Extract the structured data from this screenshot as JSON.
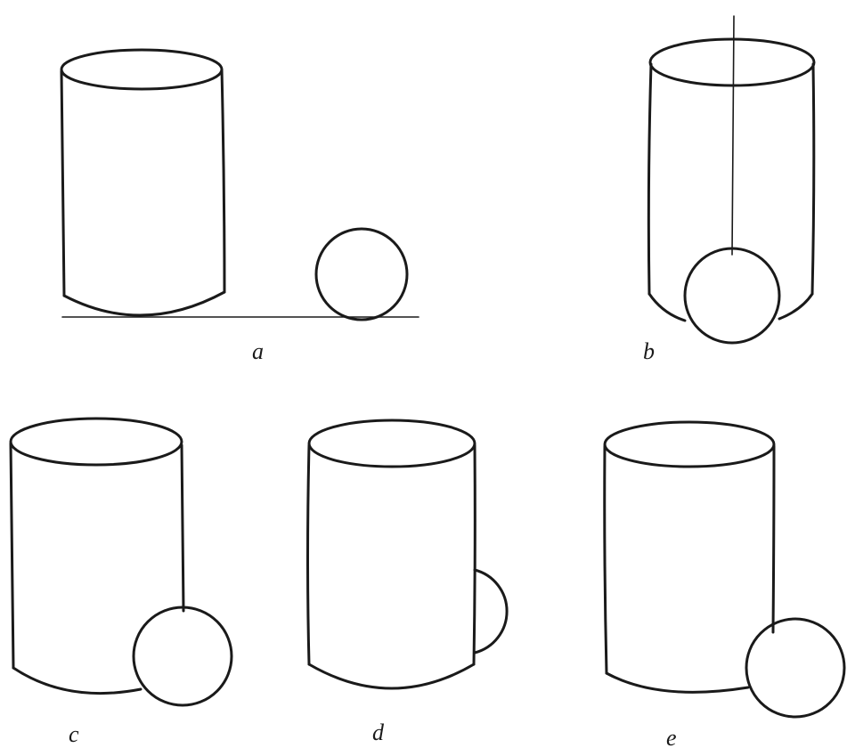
{
  "figure": {
    "panels": [
      {
        "id": "a",
        "label": "a"
      },
      {
        "id": "b",
        "label": "b"
      },
      {
        "id": "c",
        "label": "c"
      },
      {
        "id": "d",
        "label": "d"
      },
      {
        "id": "e",
        "label": "e"
      }
    ],
    "ink_color": "#1a1a1a",
    "background_color": "#ffffff"
  }
}
